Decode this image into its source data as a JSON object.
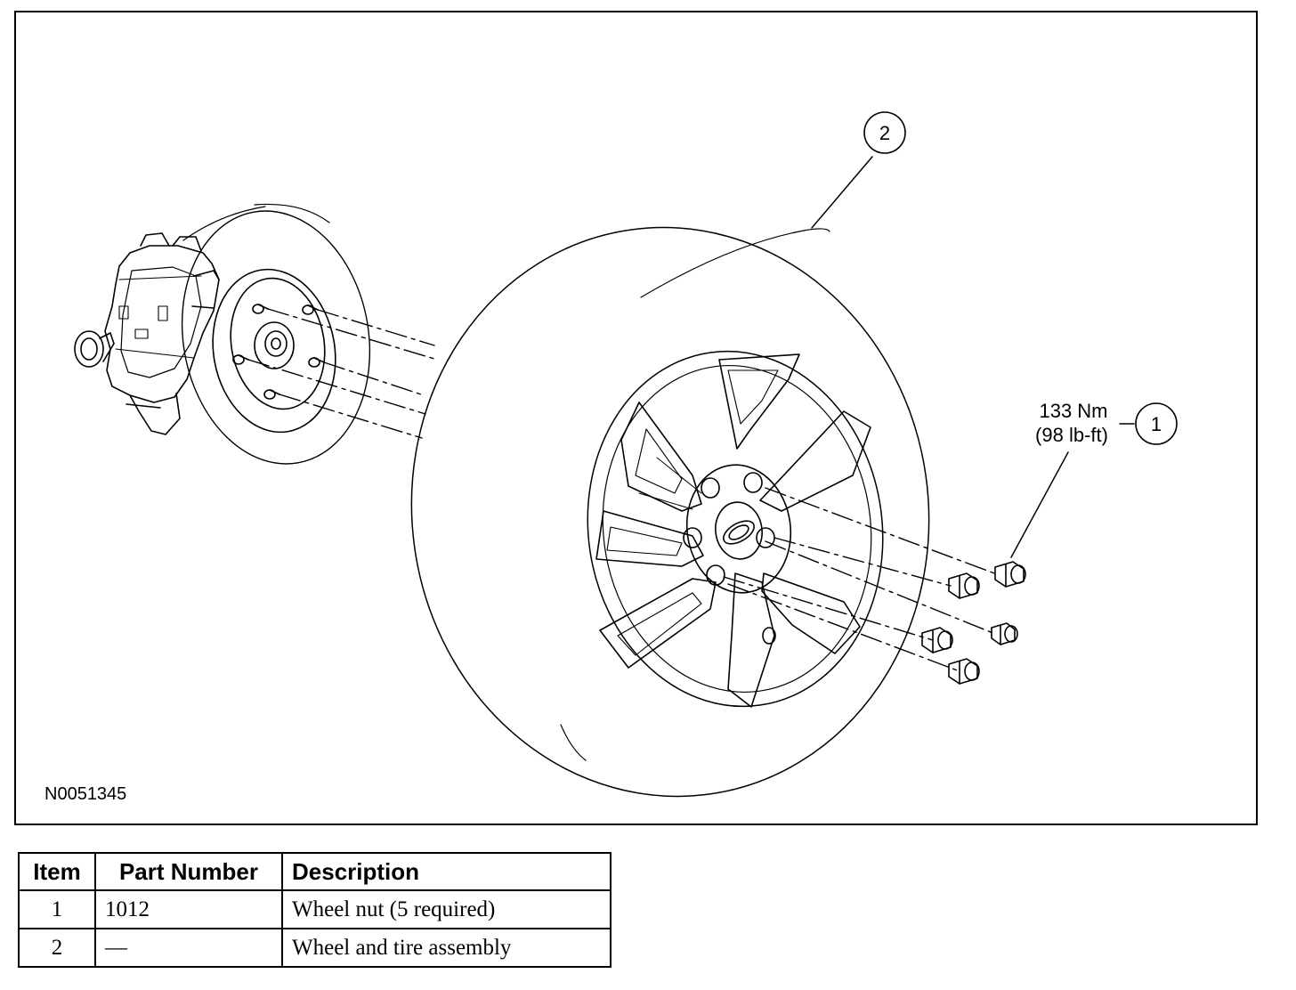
{
  "figure": {
    "id_code": "N0051345",
    "callouts": [
      {
        "number": "1",
        "torque_line1": "133 Nm",
        "torque_line2": "(98 lb-ft)"
      },
      {
        "number": "2"
      }
    ]
  },
  "table": {
    "headers": {
      "item": "Item",
      "part_number": "Part Number",
      "description": "Description"
    },
    "rows": [
      {
        "item": "1",
        "part_number": "1012",
        "description": "Wheel nut (5 required)"
      },
      {
        "item": "2",
        "part_number": "—",
        "description": "Wheel and tire assembly"
      }
    ]
  }
}
